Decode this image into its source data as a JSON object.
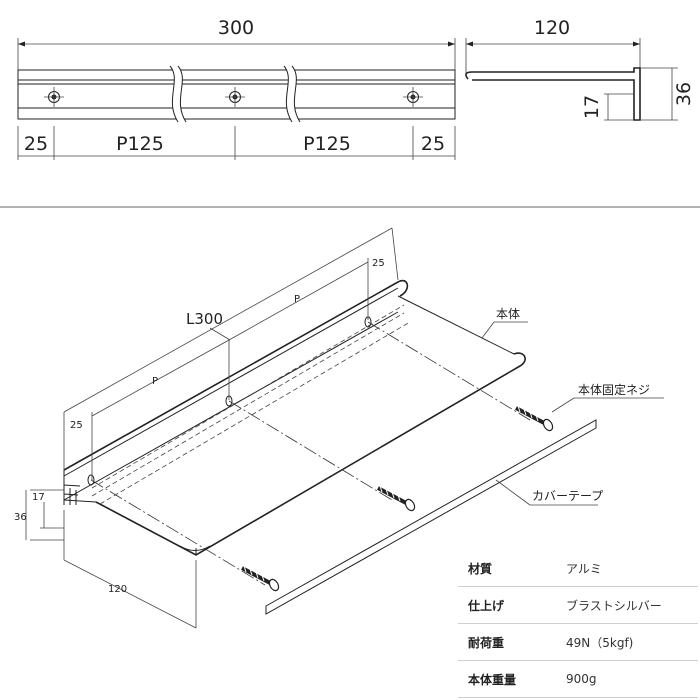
{
  "top_view": {
    "length": "300",
    "pitch_left": "P125",
    "pitch_right": "P125",
    "end_left": "25",
    "end_right": "25"
  },
  "side_view": {
    "depth": "120",
    "height": "36",
    "lip": "17"
  },
  "iso_view": {
    "length_label": "L300",
    "pitch_a": "P",
    "pitch_b": "P",
    "end_a": "25",
    "end_b": "25",
    "height": "36",
    "lip": "17",
    "depth": "120"
  },
  "callouts": {
    "body": "本体",
    "screw": "本体固定ネジ",
    "cover_tape": "カバーテープ"
  },
  "specs": [
    {
      "label": "材質",
      "value": "アルミ"
    },
    {
      "label": "仕上げ",
      "value": "ブラストシルバー"
    },
    {
      "label": "耐荷重",
      "value": "49N（5kgf)"
    },
    {
      "label": "本体重量",
      "value": "900g"
    }
  ]
}
